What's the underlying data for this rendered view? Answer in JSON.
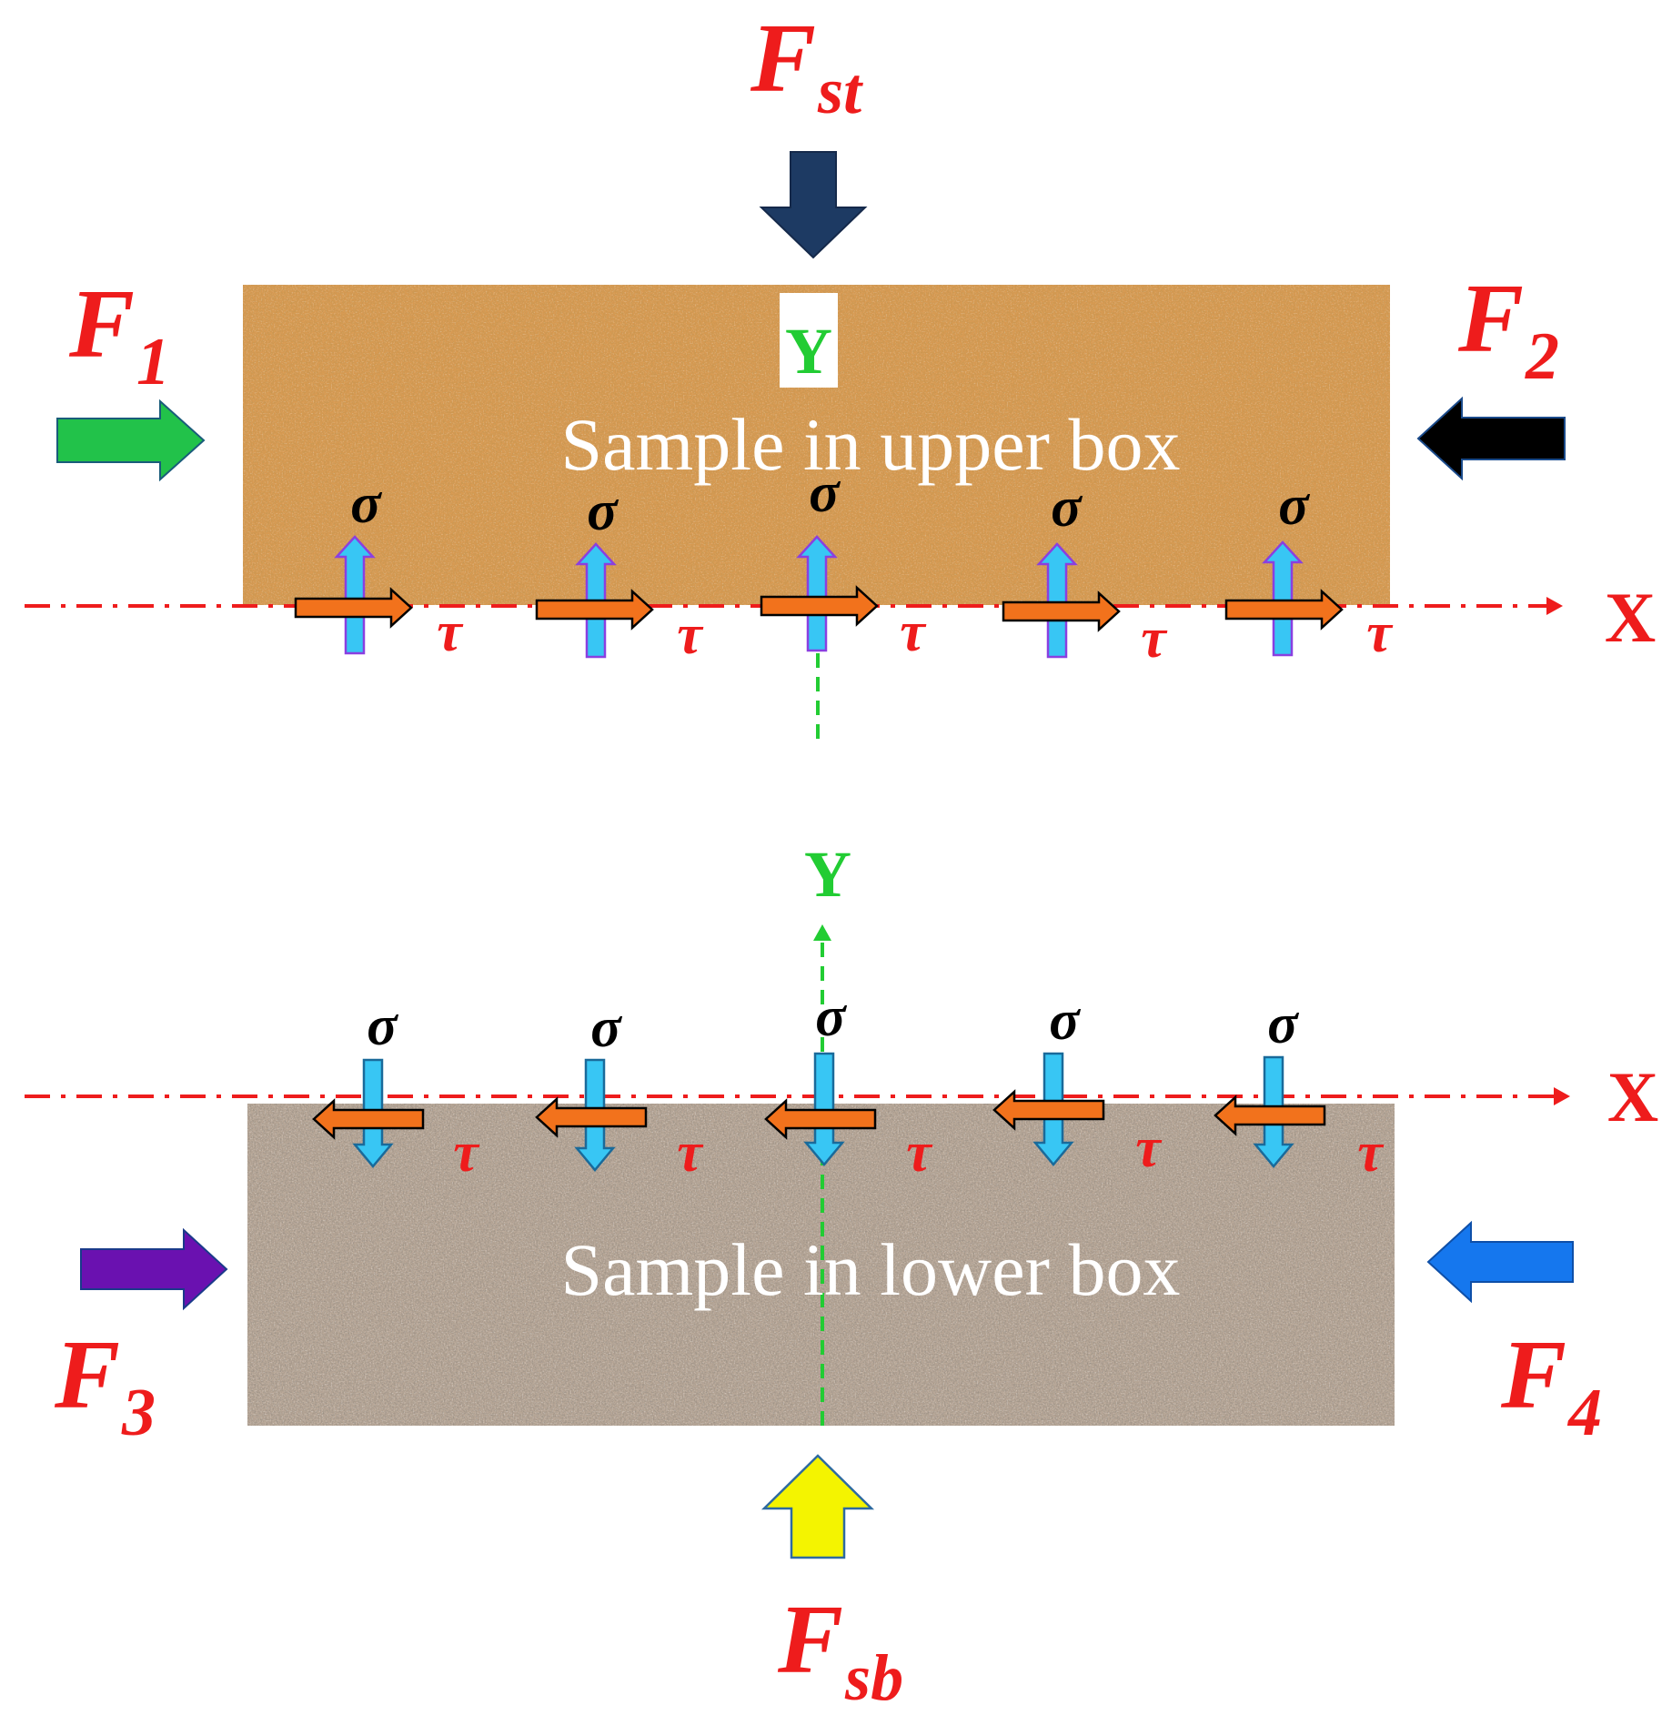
{
  "forces": {
    "st": {
      "main": "F",
      "sub": "st"
    },
    "f1": {
      "main": "F",
      "sub": "1"
    },
    "f2": {
      "main": "F",
      "sub": "2"
    },
    "f3": {
      "main": "F",
      "sub": "3"
    },
    "f4": {
      "main": "F",
      "sub": "4"
    },
    "sb": {
      "main": "F",
      "sub": "sb"
    }
  },
  "upper_box": {
    "label": "Sample in upper box",
    "axis_y": "Y",
    "axis_x": "X"
  },
  "lower_box": {
    "label": "Sample in lower box",
    "axis_y": "Y",
    "axis_x": "X"
  },
  "stress": {
    "normal_symbol": "σ",
    "shear_symbol": "τ"
  },
  "colors": {
    "label_red": "#ee1c1c",
    "axis_green": "#22cc33",
    "upper_soil": "#d89a52",
    "lower_soil": "#b9a898",
    "arrow_st": "#1d3a63",
    "arrow_f1": "#22c24a",
    "arrow_f2": "#000000",
    "arrow_f3": "#6a11b0",
    "arrow_f4": "#1577ee",
    "arrow_sb": "#f4f400",
    "sigma_arrow": "#38c6f4",
    "tau_arrow": "#f2721c"
  }
}
